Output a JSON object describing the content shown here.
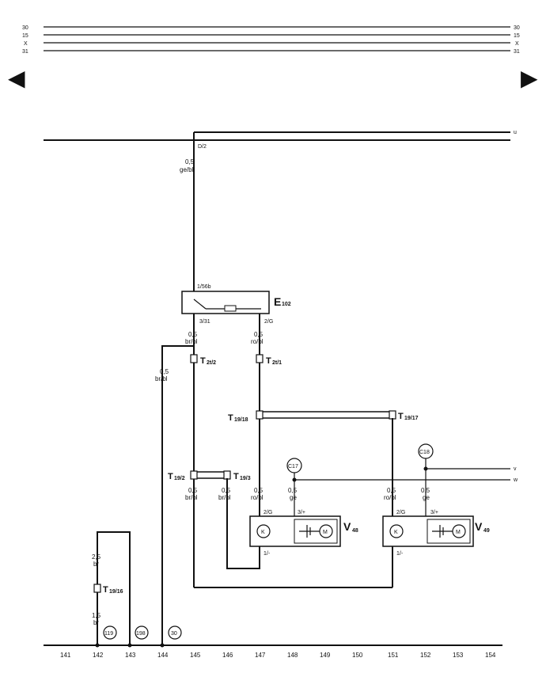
{
  "rails": {
    "left": [
      "30",
      "15",
      "X",
      "31"
    ],
    "right": [
      "30",
      "15",
      "X",
      "31"
    ]
  },
  "arrows": {
    "prev": "◀",
    "next": "▶"
  },
  "top_bus": {
    "right_label": "u",
    "terminal": "D/2"
  },
  "wires": {
    "feed": {
      "gauge": "0,5",
      "color": "ge/bl"
    },
    "e102_out_left": {
      "gauge": "0,5",
      "color": "br/bl"
    },
    "e102_out_right": {
      "gauge": "0,5",
      "color": "ro/bl"
    },
    "col144": {
      "gauge": "0,5",
      "color": "br/bl"
    },
    "v48_left": {
      "gauge": "0,5",
      "color": "br/bl"
    },
    "v48_right": {
      "gauge": "0,5",
      "color": "br/bl"
    },
    "v48_ro": {
      "gauge": "0,5",
      "color": "ro/bl"
    },
    "v48_ge": {
      "gauge": "0,5",
      "color": "ge"
    },
    "v49_ro": {
      "gauge": "0,5",
      "color": "ro/bl"
    },
    "v49_ge": {
      "gauge": "0,5",
      "color": "ge"
    },
    "col142_upper": {
      "gauge": "2,5",
      "color": "br"
    },
    "col142_lower": {
      "gauge": "1,5",
      "color": "br"
    }
  },
  "switch_e102": {
    "label": "E",
    "sub": "102",
    "pin_in": "1/56b",
    "pin_out_left": "3/31",
    "pin_out_right": "2/G"
  },
  "connectors": {
    "t2t2": {
      "label": "T",
      "sub": "2t/2"
    },
    "t2t1": {
      "label": "T",
      "sub": "2t/1"
    },
    "t19_18": {
      "label": "T",
      "sub": "19/18"
    },
    "t19_17": {
      "label": "T",
      "sub": "19/17"
    },
    "t19_2": {
      "label": "T",
      "sub": "19/2"
    },
    "t19_3": {
      "label": "T",
      "sub": "19/3"
    },
    "t19_16": {
      "label": "T",
      "sub": "19/16"
    }
  },
  "nodes": {
    "c17": "C17",
    "c18": "C18",
    "right_v": "v",
    "right_w": "w"
  },
  "motors": [
    {
      "label": "V",
      "sub": "48",
      "pin_left": "2/G",
      "pin_right": "3/+",
      "pin_bottom": "1/-",
      "k": "K",
      "m": "M"
    },
    {
      "label": "V",
      "sub": "49",
      "pin_left": "2/G",
      "pin_right": "3/+",
      "pin_bottom": "1/-",
      "k": "K",
      "m": "M"
    }
  ],
  "refs": [
    "119",
    "198",
    "30"
  ],
  "columns": [
    "141",
    "142",
    "143",
    "144",
    "145",
    "146",
    "147",
    "148",
    "149",
    "150",
    "151",
    "152",
    "153",
    "154"
  ]
}
